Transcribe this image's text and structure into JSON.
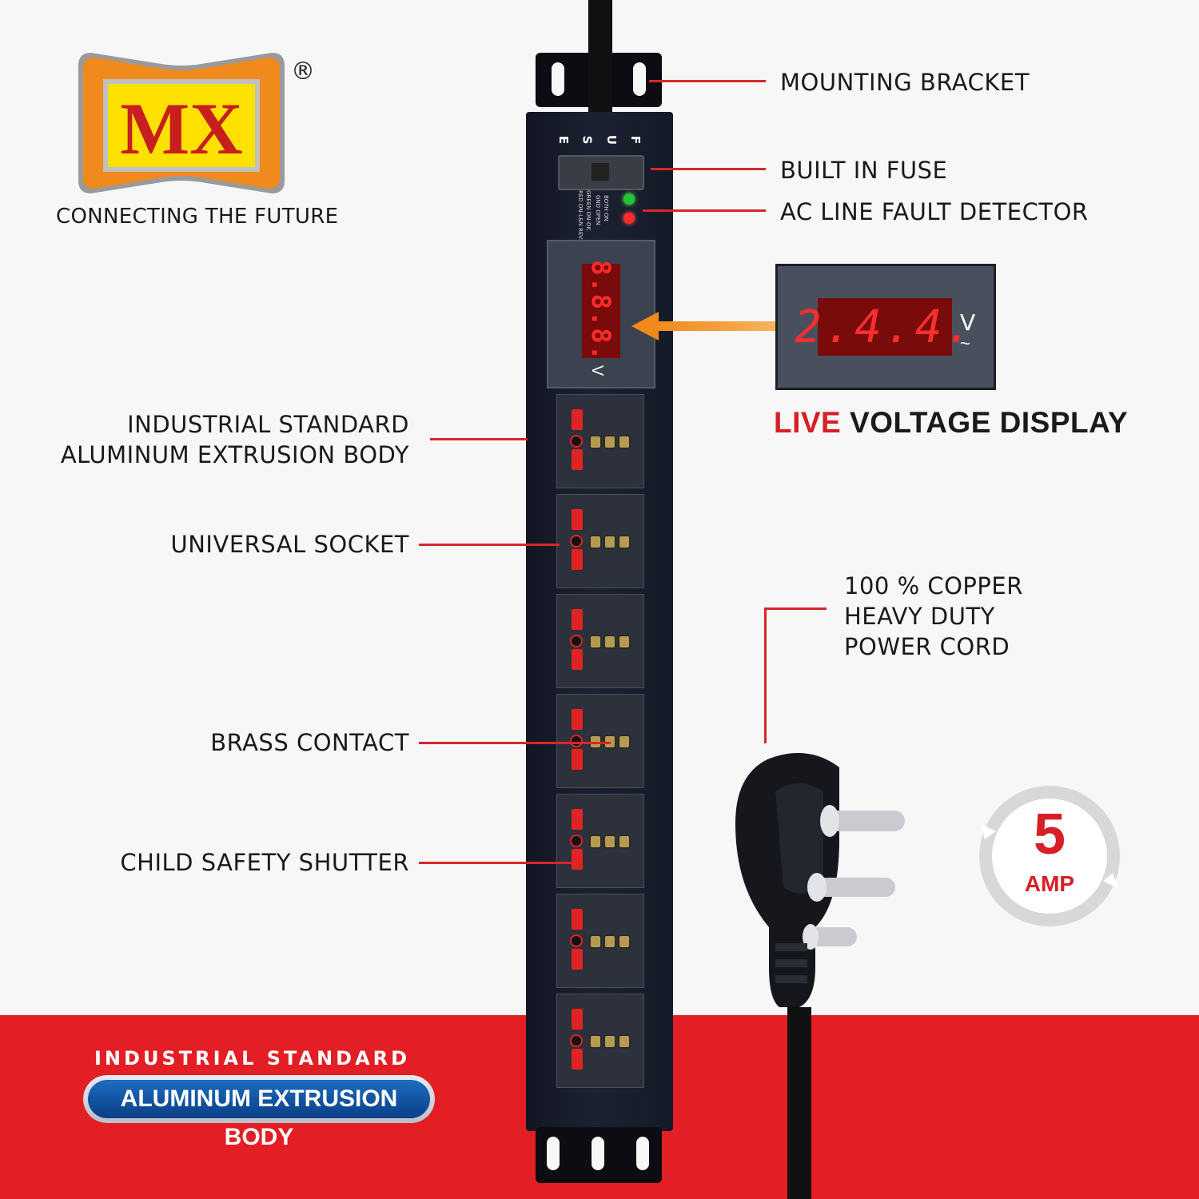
{
  "brand": {
    "logo_text": "MX",
    "registered": "®",
    "tagline": "CONNECTING THE FUTURE"
  },
  "device": {
    "fuse_letters": [
      "E",
      "S",
      "U",
      "F"
    ],
    "indicator_text": [
      "BOTH ON",
      "GND OPEN",
      "GREEN ON-OK",
      "RED ON-L&N REVERSED"
    ],
    "meter_reading": "8.8.8.",
    "meter_unit": "V",
    "socket_count": 7
  },
  "labels": {
    "mounting_bracket": "MOUNTING  BRACKET",
    "built_in_fuse": "BUILT IN FUSE",
    "ac_line_fault": "AC LINE FAULT DETECTOR",
    "industrial_line1": "INDUSTRIAL STANDARD",
    "industrial_line2": "ALUMINUM EXTRUSION BODY",
    "universal_socket": "UNIVERSAL SOCKET",
    "brass_contact": "BRASS CONTACT",
    "child_safety": "CHILD SAFETY SHUTTER",
    "copper_line1": "100 % COPPER",
    "copper_line2": "HEAVY DUTY",
    "copper_line3": "POWER CORD"
  },
  "voltage_display": {
    "reading": "2.4.4.",
    "unit": "V",
    "title_live": "LIVE",
    "title_rest": " VOLTAGE DISPLAY"
  },
  "amp_badge": {
    "value": "5",
    "unit": "AMP"
  },
  "bottom_badge": {
    "top_text": "INDUSTRIAL STANDARD",
    "pill_text": "ALUMINUM EXTRUSION BODY"
  },
  "colors": {
    "accent_red": "#d61f26",
    "band_red": "#e31e24",
    "body_dark": "#1c2131",
    "logo_yellow": "#ffe100",
    "logo_orange": "#f08a1c",
    "pill_blue": "#0b3f86"
  }
}
